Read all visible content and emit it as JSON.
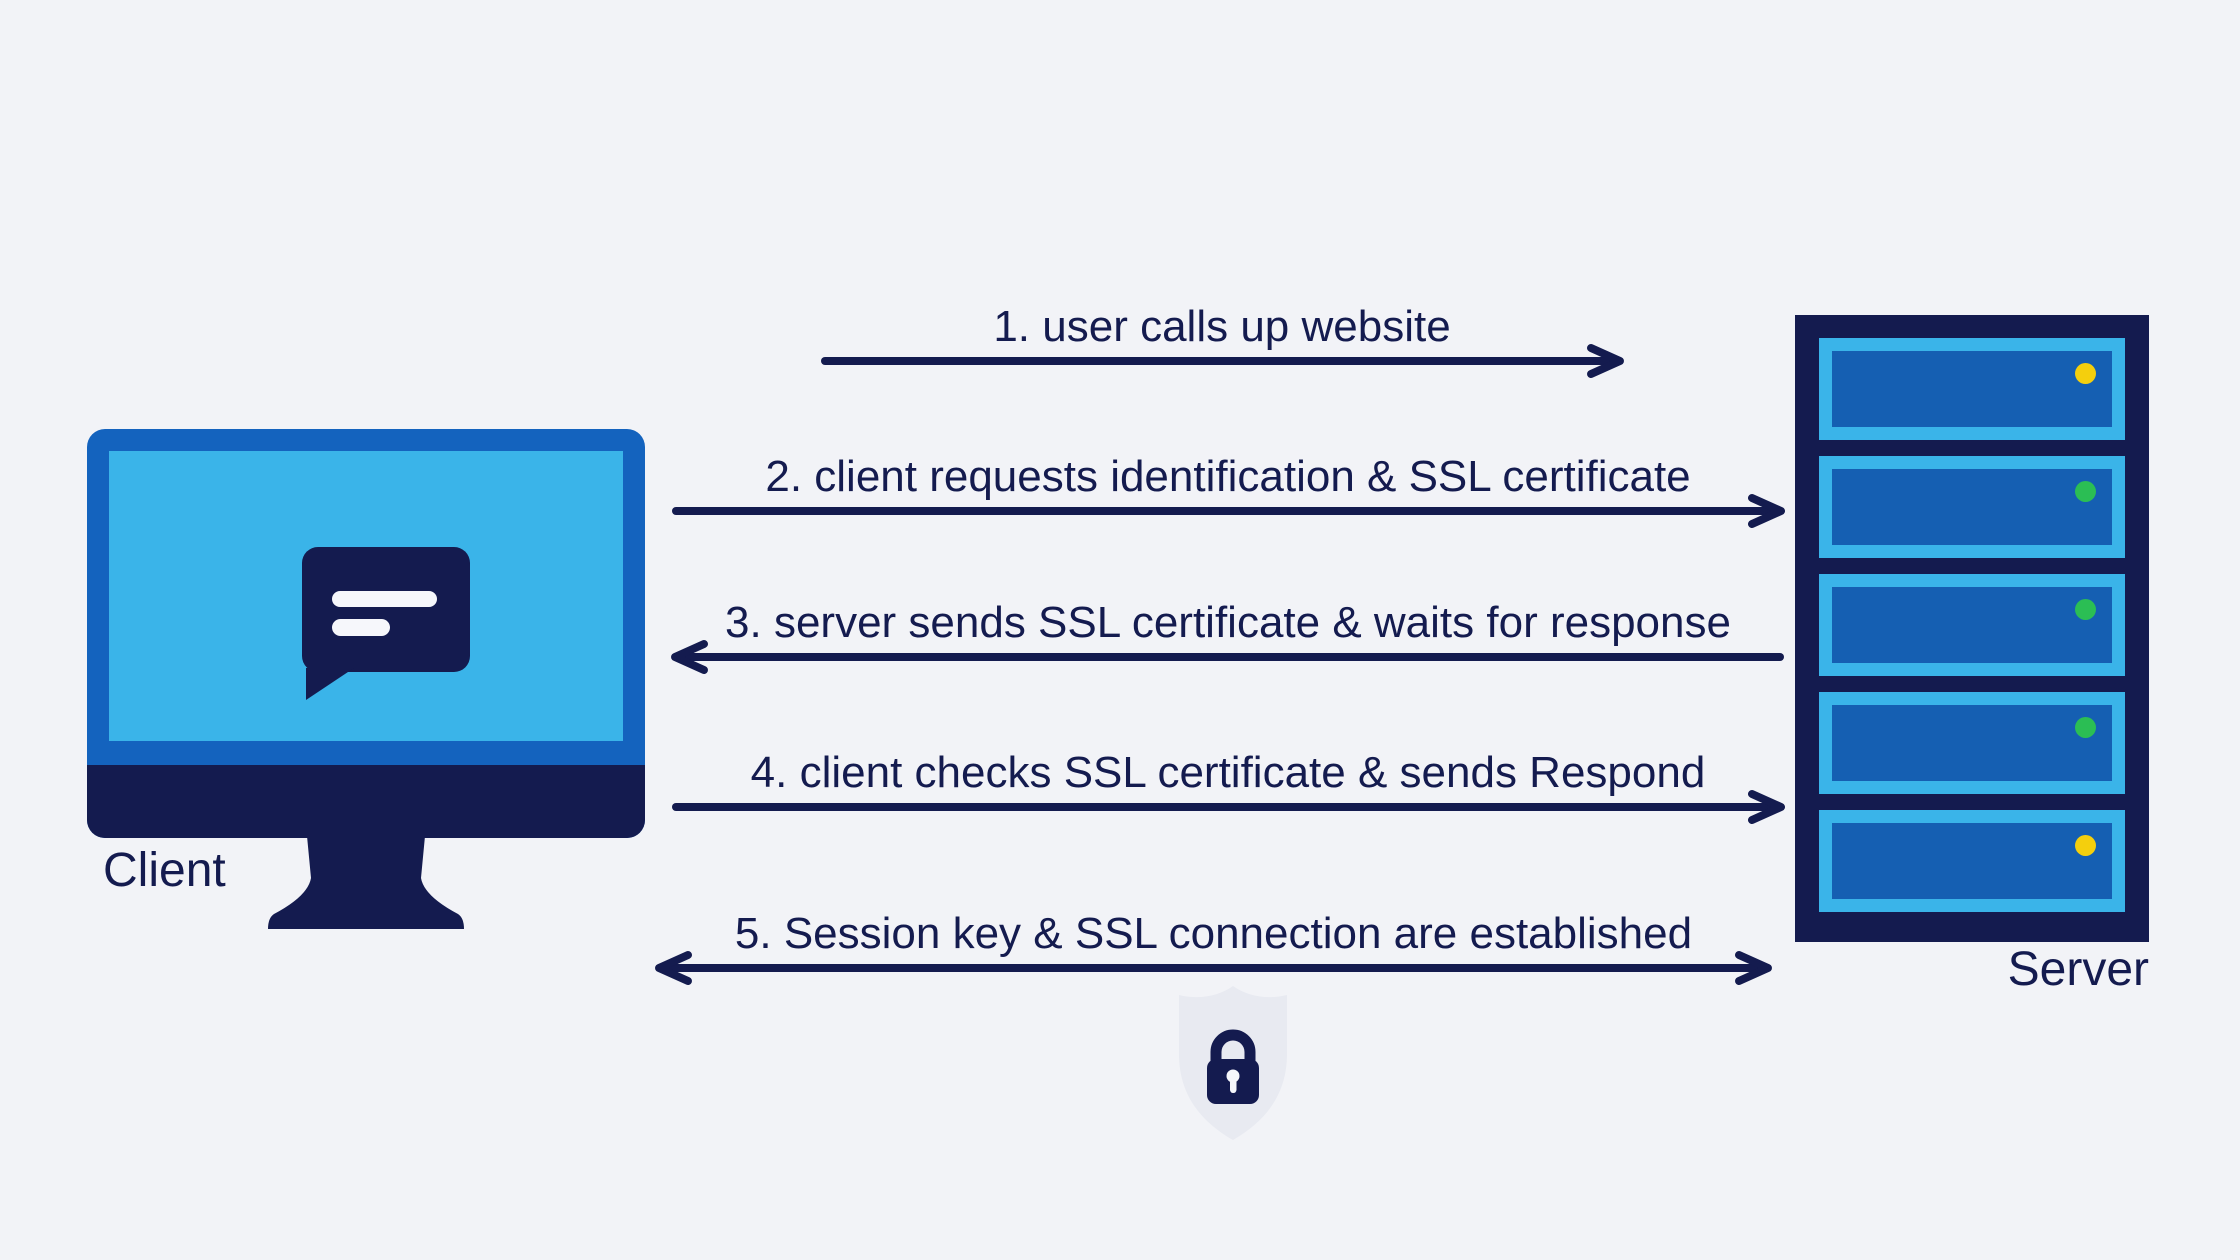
{
  "colors": {
    "background": "#F2F3F7",
    "navy": "#141B4F",
    "blue": "#1463BE",
    "slot_blue": "#155FB2",
    "light_blue": "#3AB4E9",
    "led_green": "#2BBE54",
    "led_yellow": "#F4CF0D",
    "shield": "#E8EAF1",
    "white": "#F6F7FB"
  },
  "client": {
    "label": "Client",
    "icon": "desktop-monitor-with-chat-bubble"
  },
  "server": {
    "label": "Server",
    "icon": "server-rack",
    "slots": [
      {
        "led": "yellow"
      },
      {
        "led": "green"
      },
      {
        "led": "green"
      },
      {
        "led": "green"
      },
      {
        "led": "yellow"
      }
    ]
  },
  "steps": [
    {
      "label": "1. user calls up website",
      "direction": "right"
    },
    {
      "label": "2. client requests identification & SSL certificate",
      "direction": "right"
    },
    {
      "label": "3. server sends SSL certificate & waits for response",
      "direction": "left"
    },
    {
      "label": "4. client checks SSL certificate & sends Respond",
      "direction": "right"
    },
    {
      "label": "5. Session key & SSL connection are established",
      "direction": "both"
    }
  ],
  "security": {
    "icon": "shield-lock"
  }
}
